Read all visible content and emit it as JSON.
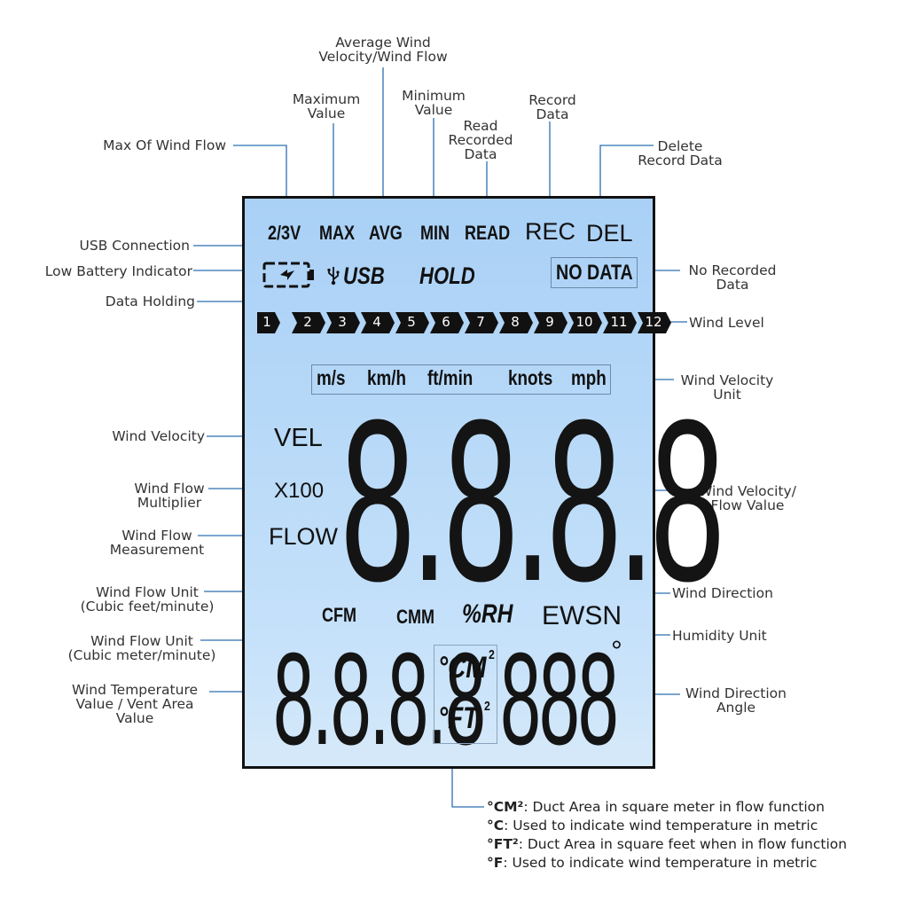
{
  "callouts": {
    "avg_wind": [
      "Average Wind",
      "Velocity/Wind Flow"
    ],
    "maximum": [
      "Maximum",
      "Value"
    ],
    "minimum": [
      "Minimum",
      "Value"
    ],
    "record": [
      "Record",
      "Data"
    ],
    "read_recorded": [
      "Read",
      "Recorded",
      "Data"
    ],
    "delete": [
      "Delete",
      "Record Data"
    ],
    "max_wind_flow": "Max Of Wind Flow",
    "usb": "USB Connection",
    "low_battery": "Low Battery Indicator",
    "data_holding": "Data Holding",
    "no_recorded": [
      "No Recorded",
      "Data"
    ],
    "wind_level": "Wind Level",
    "velocity_unit": [
      "Wind Velocity",
      "Unit"
    ],
    "wind_velocity": "Wind Velocity",
    "flow_multiplier": [
      "Wind Flow",
      "Multiplier"
    ],
    "flow_measurement": [
      "Wind Flow",
      "Measurement"
    ],
    "velocity_flow_value": [
      "Wind Velocity/",
      "Flow Value"
    ],
    "flow_unit_cfm": [
      "Wind Flow Unit",
      "(Cubic feet/minute)"
    ],
    "flow_unit_cmm": [
      "Wind Flow Unit",
      "(Cubic meter/minute)"
    ],
    "wind_direction": "Wind Direction",
    "humidity_unit": "Humidity Unit",
    "temp_value": [
      "Wind Temperature",
      "Value / Vent Area",
      "Value"
    ],
    "direction_angle": [
      "Wind Direction",
      "Angle"
    ]
  },
  "lcd": {
    "top_row": [
      "2/3V",
      "MAX",
      "AVG",
      "MIN",
      "READ",
      "REC",
      "DEL"
    ],
    "usb": "USB",
    "hold": "HOLD",
    "no_data": "NO DATA",
    "levels": [
      "1",
      "2",
      "3",
      "4",
      "5",
      "6",
      "7",
      "8",
      "9",
      "10",
      "11",
      "12"
    ],
    "units": [
      "m/s",
      "km/h",
      "ft/min",
      "knots",
      "mph"
    ],
    "vel": "VEL",
    "x100": "X100",
    "flow": "FLOW",
    "main_digits": "8.8.8.8",
    "cfm": "CFM",
    "cmm": "CMM",
    "rh": "%RH",
    "ewsn": "EWSN",
    "temp_digits": "8.8.8.8",
    "cm": "°CM",
    "ft": "°FT",
    "sup": "2",
    "angle_digits": "888",
    "degree": "°"
  },
  "notes": [
    {
      "sym": "°CM²",
      "text": ": Duct Area in square meter in flow function"
    },
    {
      "sym": "°C",
      "text": ": Used to indicate wind temperature in metric"
    },
    {
      "sym": "°FT²",
      "text": ": Duct Area in square feet when in flow function"
    },
    {
      "sym": "°F",
      "text": ": Used to indicate wind temperature in metric"
    }
  ],
  "colors": {
    "lcd_top": "#a9d0f6",
    "lcd_bottom": "#d6e9f9",
    "segment": "#111111",
    "level_fill": "#111111"
  }
}
